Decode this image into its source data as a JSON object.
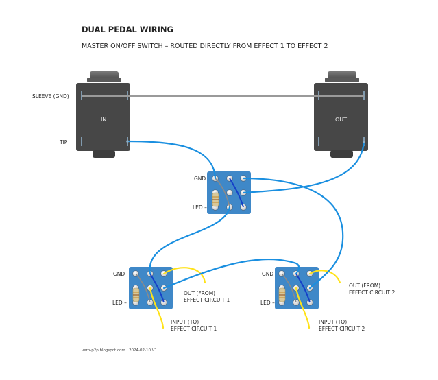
{
  "title": "DUAL PEDAL WIRING",
  "subtitle": "MASTER ON/OFF SWITCH – ROUTED DIRECTLY FROM EFFECT 1 TO EFFECT 2",
  "jacks": {
    "input_label": "IN",
    "output_label": "OUT",
    "sleeve_label": "SLEEVE (GND)",
    "tip_label": "TIP"
  },
  "switches": {
    "master": {
      "gnd_label": "GND",
      "led_label": "LED –"
    },
    "effect1": {
      "gnd_label": "GND",
      "led_label": "LED –",
      "out_label_1": "OUT (FROM)",
      "out_label_2": "EFFECT CIRCUIT 1",
      "in_label_1": "INPUT (TO)",
      "in_label_2": "EFFECT CIRCUIT 1"
    },
    "effect2": {
      "gnd_label": "GND",
      "led_label": "LED –",
      "out_label_1": "OUT (FROM)",
      "out_label_2": "EFFECT CIRCUIT 2",
      "in_label_1": "INPUT (TO)",
      "in_label_2": "EFFECT CIRCUIT 2"
    }
  },
  "footer": "vero-p2p.blogspot.com  |  2024-02-10 V1",
  "colors": {
    "wire_signal": "#1a8fe0",
    "wire_switch": "#1540c8",
    "wire_yellow": "#ffe21a",
    "wire_ground": "#8a8a8a",
    "switch_board": "#3f88c8",
    "jack_body": "#444444",
    "resistor": "#d8c89a"
  }
}
